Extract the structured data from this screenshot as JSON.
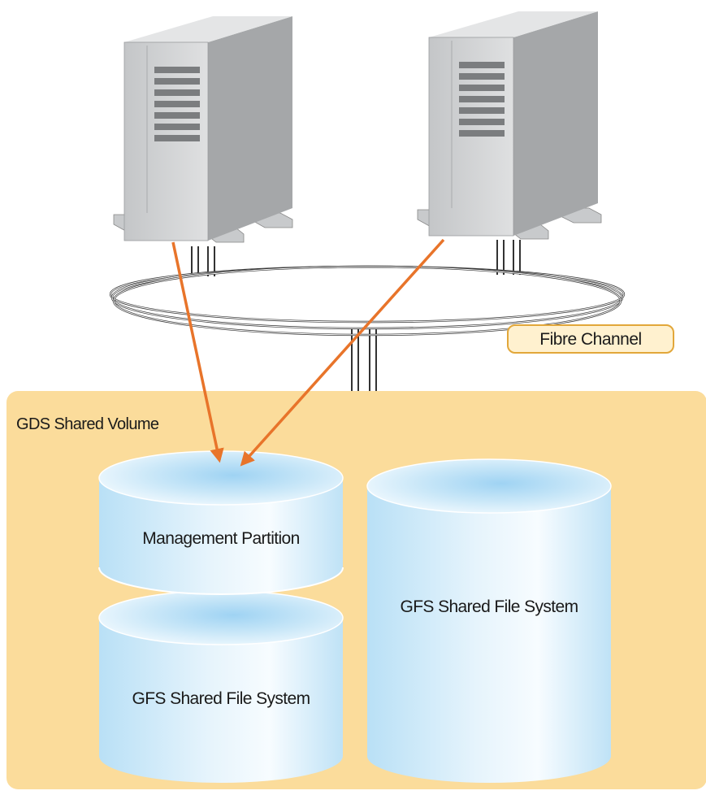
{
  "labels": {
    "fibre_channel": "Fibre Channel",
    "shared_volume": "GDS Shared Volume",
    "management_partition": "Management Partition",
    "gfs_left": "GFS Shared File System",
    "gfs_right": "GFS Shared File System"
  },
  "icons": {
    "server_left": "server-icon",
    "server_right": "server-icon"
  },
  "colors": {
    "volume_area": "#fbdc9b",
    "cylinder_fill": "#cde9f8",
    "arrow": "#e8742a",
    "tag_fill": "#fff1cf",
    "tag_border": "#e2a73a",
    "server_front": "#cfd0d1",
    "server_side": "#a5a7a9"
  }
}
